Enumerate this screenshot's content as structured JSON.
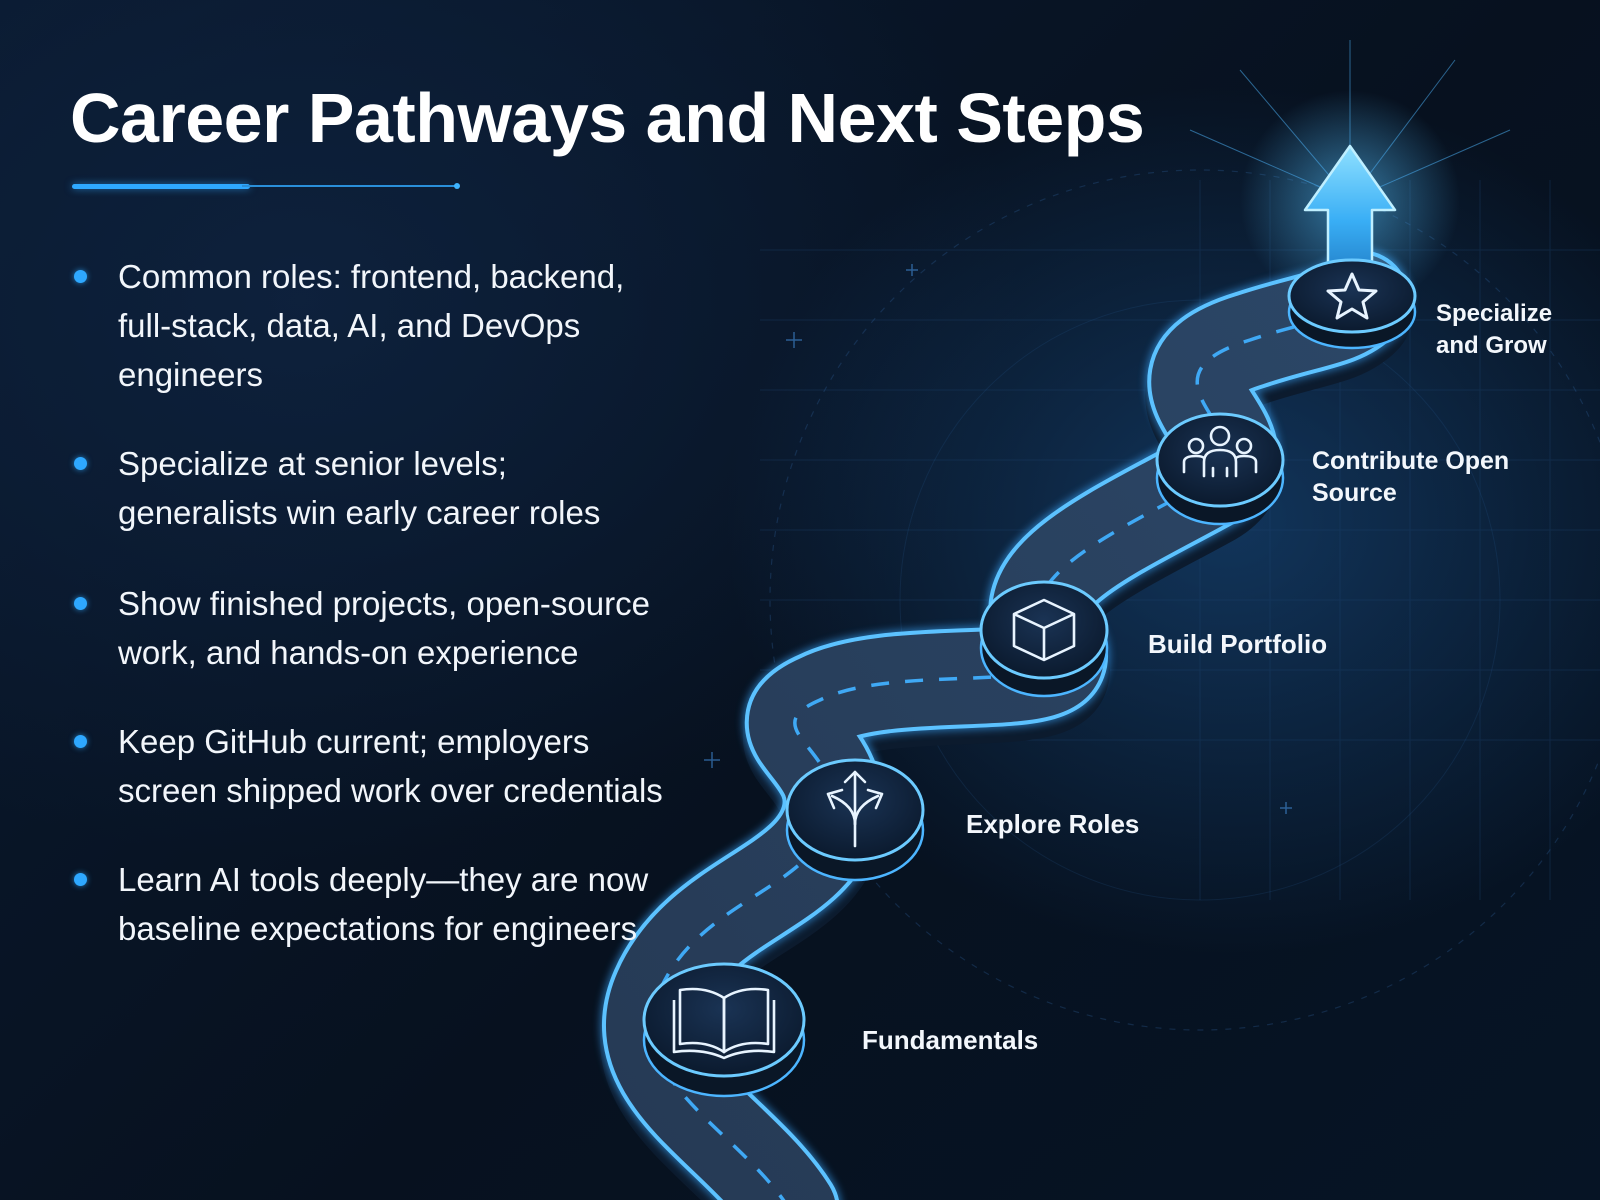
{
  "slide": {
    "title": "Career Pathways and Next Steps",
    "accent_color": "#2ea8ff",
    "bullets": [
      "Common roles: frontend, backend, full-stack, data, AI, and DevOps engineers",
      "Specialize at senior levels; generalists win early career roles",
      "Show finished projects, open-source work, and hands-on experience",
      "Keep GitHub current; employers screen shipped work over credentials",
      "Learn AI tools deeply—they are now baseline expectations for engineers"
    ]
  },
  "roadmap": {
    "steps": [
      {
        "label": "Fundamentals",
        "icon": "open-book-icon"
      },
      {
        "label": "Explore Roles",
        "icon": "split-arrows-icon"
      },
      {
        "label": "Build Portfolio",
        "icon": "cube-icon"
      },
      {
        "label": "Contribute Open Source",
        "icon": "people-group-icon"
      },
      {
        "label": "Specialize and Grow",
        "icon": "star-icon"
      }
    ],
    "top_icon": "up-arrow-icon"
  }
}
